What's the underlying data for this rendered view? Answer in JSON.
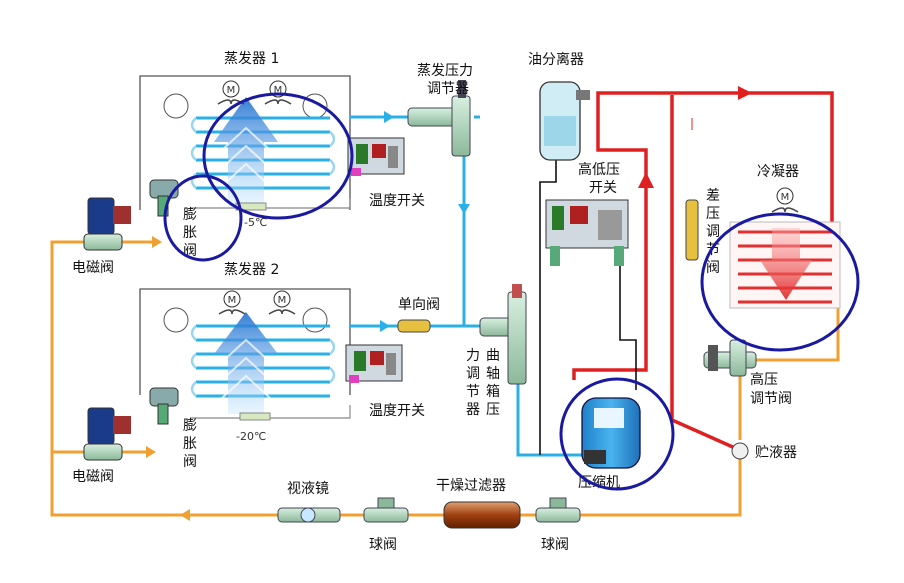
{
  "labels": {
    "evaporator1": "蒸发器 1",
    "evaporator2": "蒸发器 2",
    "evap_pressure_reg_1": "蒸发压力",
    "evap_pressure_reg_2": "调节器",
    "oil_separator": "油分离器",
    "condenser": "冷凝器",
    "hi_lo_switch_1": "高低压",
    "hi_lo_switch_2": "开关",
    "diff_pressure_valve": [
      "差",
      "压",
      "调",
      "节",
      "阀"
    ],
    "temp_switch_1": "温度开关",
    "temp_switch_2": "温度开关",
    "expansion_valve_1": [
      "膨",
      "胀",
      "阀"
    ],
    "expansion_valve_2": [
      "膨",
      "胀",
      "阀"
    ],
    "solenoid_valve_1": "电磁阀",
    "solenoid_valve_2": "电磁阀",
    "check_valve": "单向阀",
    "crankcase_reg_col1": [
      "力",
      "调",
      "节",
      "器"
    ],
    "crankcase_reg_col2": [
      "曲",
      "轴",
      "箱",
      "压"
    ],
    "hp_regulating_valve_1": "高压",
    "hp_regulating_valve_2": "调节阀",
    "receiver": "贮液器",
    "compressor": "压缩机",
    "sight_glass": "视液镜",
    "drier_filter": "干燥过滤器",
    "ball_valve_1": "球阀",
    "ball_valve_2": "球阀",
    "temp_minus20": "-20℃",
    "temp_minus5": "-5℃",
    "motor": "M"
  },
  "colors": {
    "hot_gas": "#e02020",
    "suction": "#2ab0e8",
    "liquid": "#f0a030",
    "highlight": "#1a1aa0",
    "black_line": "#111111"
  }
}
